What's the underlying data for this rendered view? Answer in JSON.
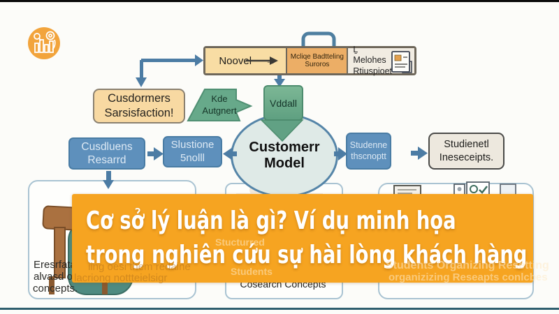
{
  "banner": {
    "line1": "Cơ sở lý luận là gì? Ví dụ minh họa",
    "line2": "trong nghiên cứu sự hài lòng khách hàng",
    "bg_color": "#F6A421",
    "text_color": "#FFFFFF"
  },
  "logo": {
    "icon": "bar-chart-gear-logo",
    "bg_color": "#F2A43C"
  },
  "flow": {
    "novel_box": {
      "label": "Noovel",
      "arrow": "→"
    },
    "method_section": {
      "line1": "Mcliqe Badtteling",
      "line2": "Suroros"
    },
    "methods_ref_section": {
      "line1": "Ḻ Melohes",
      "line2": "Rtiuspioet"
    },
    "satisfaction_box": {
      "line1": "Cusdormers",
      "line2": "Sarsisfaction!"
    },
    "key_argument_shape": {
      "line1": "Kde",
      "line2": "Autgnert"
    },
    "model_tag": {
      "label": "Vddall"
    },
    "customer_model_circle": {
      "line1": "Customerr",
      "line2": "Model"
    },
    "research_box": {
      "line1": "Cusdluens",
      "line2": "Resarrd"
    },
    "solution_box": {
      "line1": "Slustione",
      "line2": "5nolll"
    },
    "theory_box": {
      "line1": "Studenne",
      "line2": "thscnoptt"
    },
    "receipts_box": {
      "line1": "Studienetl",
      "line2": "Ineseceipts."
    },
    "concepts_card": {
      "line1": "Eresrfata",
      "line2": "alvasd ou",
      "line3": "concepts."
    },
    "research_concepts_card": {
      "caption": "Cosearch Concepts"
    },
    "ghost_text": {
      "left1": "iing oesi them redaine",
      "left2": "lacriong nottteielsigr",
      "mid1": "Stucturred",
      "mid2": "Students",
      "right1": "Students Organizing Resetting",
      "right2": "organizizing Reseapts conlcbes"
    }
  },
  "colors": {
    "arrow_blue": "#4C7CA4",
    "box_blue": "#5E90BC",
    "box_tan": "#F8D9A2",
    "box_orange": "#ECAE66",
    "shape_green": "#67A98A",
    "circle_fill": "#DFEAE7",
    "card_border": "#A9C3D2",
    "bottom_line": "#2E5E6E",
    "top_line": "#0B0B0B"
  },
  "icons": {
    "briefcase_handle": "handle above method section",
    "document": "document icon in methods_ref section",
    "whiteboard": "framed board in right card",
    "gear_check": "gear with checkmark frame",
    "portrait_frames": "small wall frames"
  }
}
